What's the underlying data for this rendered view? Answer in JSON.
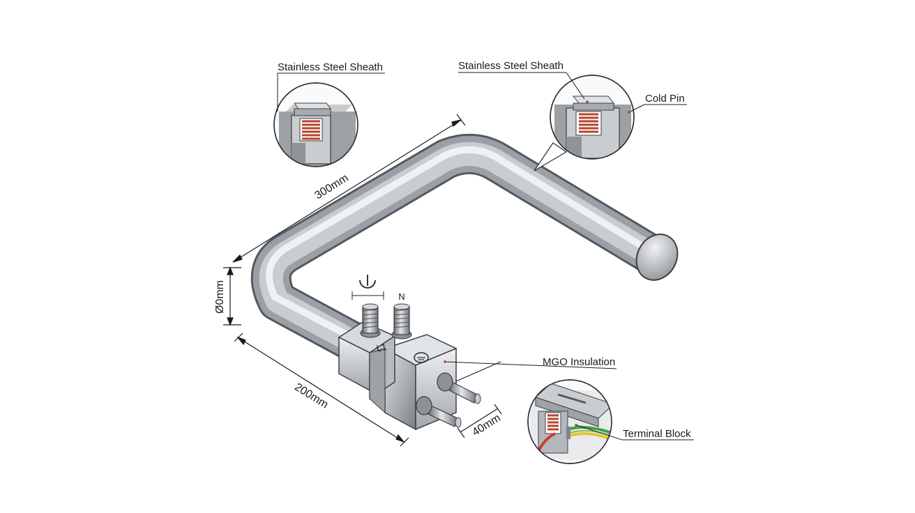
{
  "callouts": {
    "sheath_left": "Stainless Steel Sheath",
    "sheath_right": "Stainless Steel Sheath",
    "cold_pin": "Cold Pin",
    "mgo_insulation": "MGO Insulation",
    "terminal_block": "Terminal Block"
  },
  "dimensions": {
    "length_long": "300mm",
    "length_short": "200mm",
    "diameter": "Ø0mm",
    "block_width": "40mm"
  },
  "terminals": {
    "n": "N",
    "l1": "L1"
  },
  "colors": {
    "steel_light": "#e6e8ea",
    "steel_mid": "#b4b8bc",
    "steel_dark": "#6f7478",
    "coil": "#b5452c",
    "wire_red": "#d23a2a",
    "wire_green": "#3aa34a",
    "wire_yellow": "#e2c531"
  }
}
